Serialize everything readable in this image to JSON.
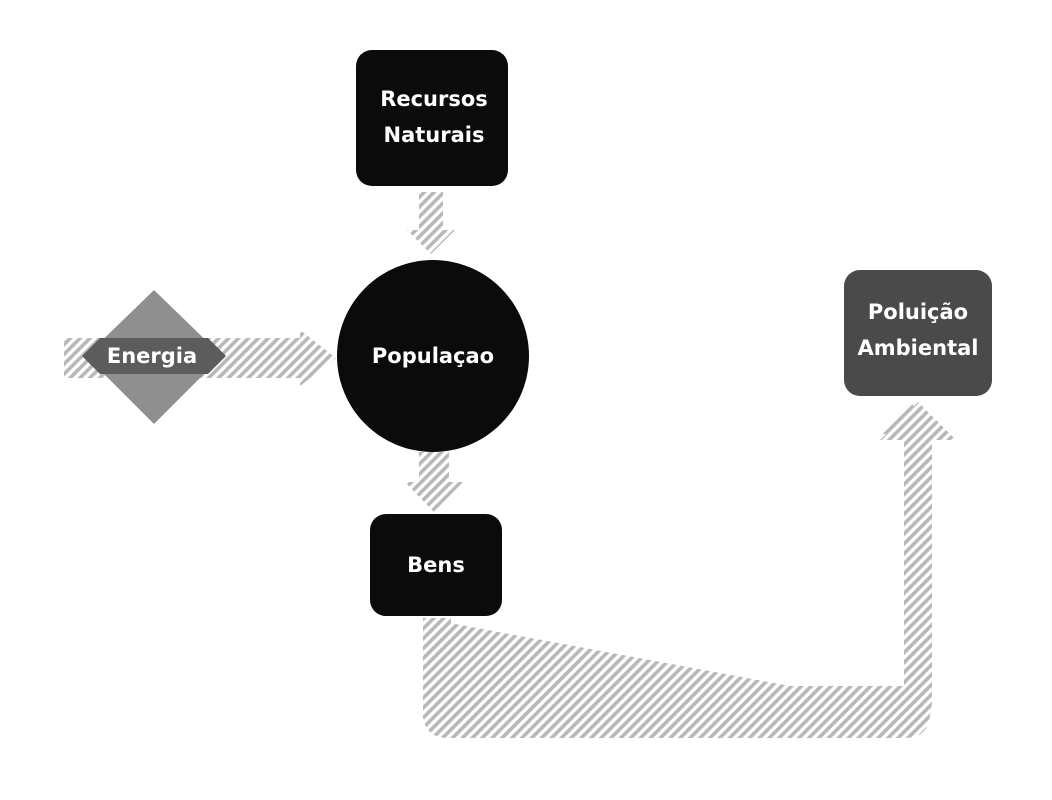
{
  "diagram": {
    "nodes": {
      "recursos": {
        "line1": "Recursos",
        "line2": "Naturais"
      },
      "energia": {
        "label": "Energia"
      },
      "populacao": {
        "label": "Populaçao"
      },
      "bens": {
        "label": "Bens"
      },
      "poluicao": {
        "line1": "Poluição",
        "line2": "Ambiental"
      }
    }
  },
  "colors": {
    "node_dark": "#0b0b0b",
    "poluicao_fill": "#4a4a4a",
    "energia_fill": "#8f8f8f",
    "arrow_stripe": "#b8b8b8",
    "background": "#ffffff"
  },
  "icons": {
    "flow_arrow": "hatched-arrow"
  }
}
